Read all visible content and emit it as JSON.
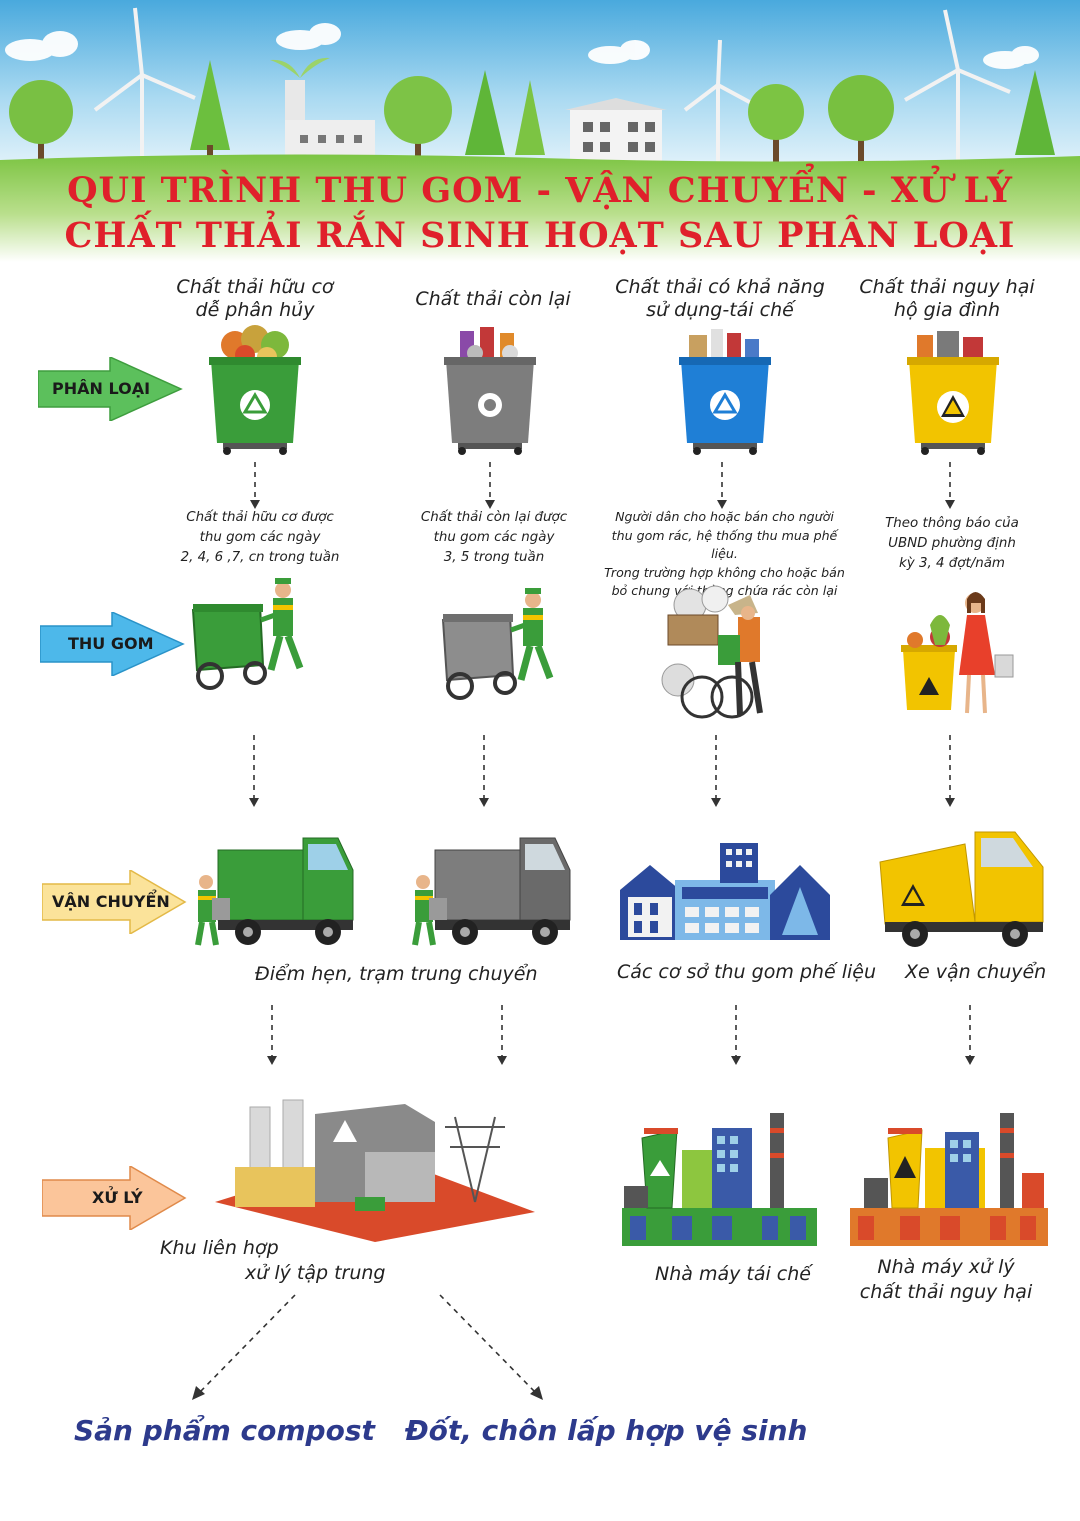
{
  "title": {
    "line1": "QUI TRÌNH THU GOM - VẬN CHUYỂN - XỬ LÝ",
    "line2": "CHẤT THẢI RẮN SINH HOẠT SAU PHÂN LOẠI"
  },
  "stages": {
    "classify": "PHÂN LOẠI",
    "collect": "THU GOM",
    "transport": "VẬN CHUYỂN",
    "treat": "XỬ LÝ"
  },
  "categories": [
    {
      "line1": "Chất thải hữu cơ",
      "line2": "dễ phân hủy",
      "color": "#3a9d3a"
    },
    {
      "line1": "",
      "line2": "Chất thải còn lại",
      "color": "#7d7d7d"
    },
    {
      "line1": "Chất thải có khả năng",
      "line2": "sử dụng-tái chế",
      "color": "#1f7fd6"
    },
    {
      "line1": "Chất thải nguy hại",
      "line2": "hộ gia đình",
      "color": "#f2c400"
    }
  ],
  "collection_notes": [
    [
      "Chất thải hữu cơ được",
      "thu gom các ngày",
      "2, 4, 6 ,7, cn trong tuần"
    ],
    [
      "Chất thải còn lại được",
      "thu gom các ngày",
      "3, 5 trong tuần"
    ],
    [
      "Người dân cho hoặc bán cho người",
      "thu gom rác, hệ thống thu mua phế liệu.",
      "Trong trường hợp không cho hoặc bán",
      "bỏ chung với thùng chứa rác còn lại"
    ],
    [
      "Theo thông báo của",
      "UBND phường định",
      "kỳ 3, 4 đợt/năm"
    ]
  ],
  "transport_labels": {
    "transfer_point": "Điểm hẹn, trạm trung chuyển",
    "scrap_facilities": "Các cơ sở thu gom phế liệu",
    "transport_vehicle": "Xe vận chuyển"
  },
  "treatment_labels": {
    "complex_line1": "Khu liên hợp",
    "complex_line2": "xử lý tập trung",
    "recycling_plant": "Nhà máy tái chế",
    "hazard_plant_line1": "Nhà máy xử lý",
    "hazard_plant_line2": "chất thải nguy hại"
  },
  "results": {
    "compost": "Sản phẩm compost",
    "burn_landfill": "Đốt, chôn lấp hợp vệ sinh"
  },
  "colors": {
    "title_red": "#e0202b",
    "arrow_green": "#5cc05c",
    "arrow_blue": "#4db8ea",
    "arrow_yellow": "#fbe39a",
    "arrow_orange": "#fbc59a",
    "result_blue": "#2d3a8c"
  },
  "icons": [
    "wind-turbine-icon",
    "tree-icon",
    "house-icon",
    "factory-icon",
    "trash-bin-icon",
    "recycle-icon",
    "hazard-icon",
    "waste-cart-icon",
    "garbage-truck-icon",
    "bicycle-collector-icon",
    "woman-icon",
    "scrap-facility-icon",
    "treatment-complex-icon",
    "recycling-plant-icon",
    "hazard-plant-icon"
  ]
}
